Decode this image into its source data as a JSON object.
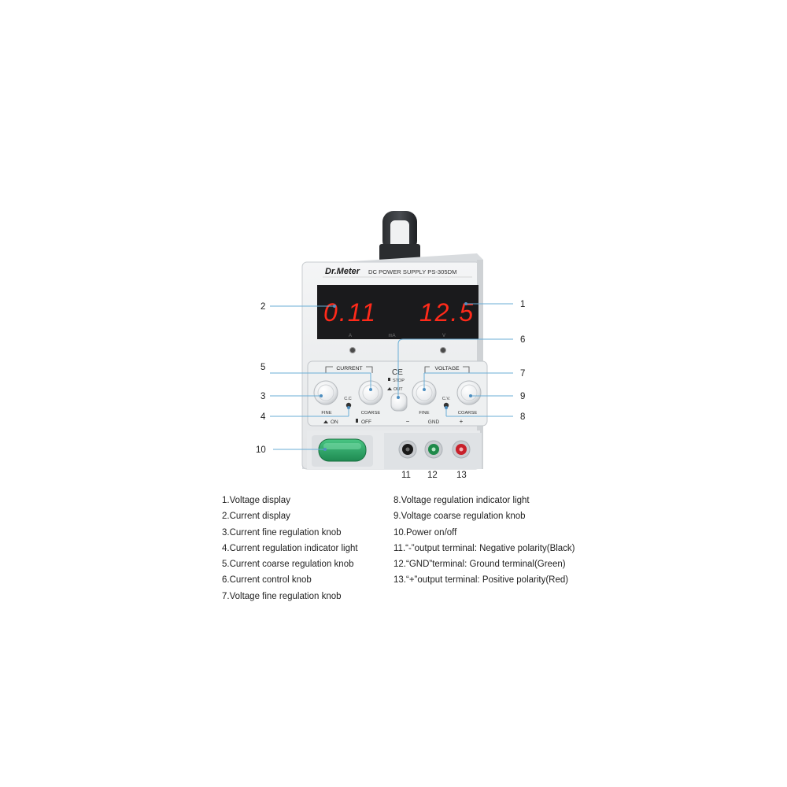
{
  "device": {
    "brand": "Dr.Meter",
    "model": "DC POWER SUPPLY PS-305DM",
    "current_reading": "0.11",
    "voltage_reading": "12.5",
    "display_color": "#ff2a1a",
    "unit_a": "A",
    "unit_ma": "mA",
    "unit_v": "V",
    "ce_mark": "CE",
    "stop_label": "STOP",
    "out_label": "OUT",
    "current_group": "CURRENT",
    "voltage_group": "VOLTAGE",
    "fine_label": "FINE",
    "coarse_label": "COARSE",
    "cc_label": "C.C",
    "cv_label": "C.V.",
    "on_label": "ON",
    "off_label": "OFF",
    "minus_label": "−",
    "gnd_label": "GND",
    "plus_label": "+",
    "power_button_color": "#2faa6a",
    "terminal_colors": {
      "negative": "#1a1a1a",
      "ground": "#1f8a4a",
      "positive": "#c8202a"
    }
  },
  "callouts": [
    "1",
    "2",
    "3",
    "4",
    "5",
    "6",
    "7",
    "8",
    "9",
    "10",
    "11",
    "12",
    "13"
  ],
  "legend_left": [
    "1.Voltage display",
    "2.Current display",
    "3.Current fine regulation knob",
    "4.Current regulation indicator light",
    "5.Current coarse regulation knob",
    "6.Current control knob",
    "7.Voltage fine regulation knob"
  ],
  "legend_right": [
    "8.Voltage regulation indicator light",
    "9.Voltage coarse regulation knob",
    "10.Power on/off",
    "11.“-”output terminal: Negative polarity(Black)",
    "12.“GND”terminal: Ground terminal(Green)",
    "13.“+”output terminal: Positive polarity(Red)"
  ]
}
